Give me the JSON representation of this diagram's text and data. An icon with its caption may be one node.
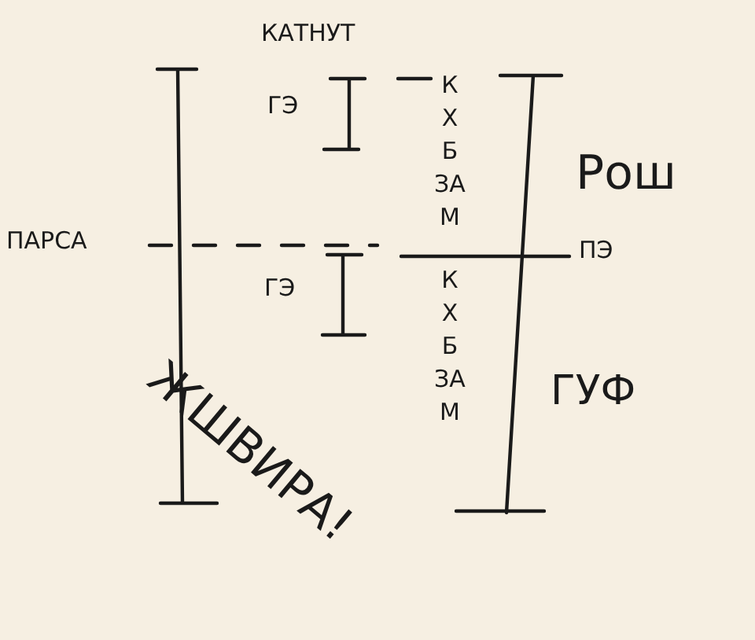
{
  "diagram": {
    "labels": [
      "КАТНУТ",
      "ГЭ",
      "К Х Б ЗА М",
      "Рош",
      "ПАРСА",
      "ПЭ",
      "ГЭ",
      "К Х Б ЗА М",
      "ГУФ",
      "ЖШВИРА!"
    ]
  }
}
